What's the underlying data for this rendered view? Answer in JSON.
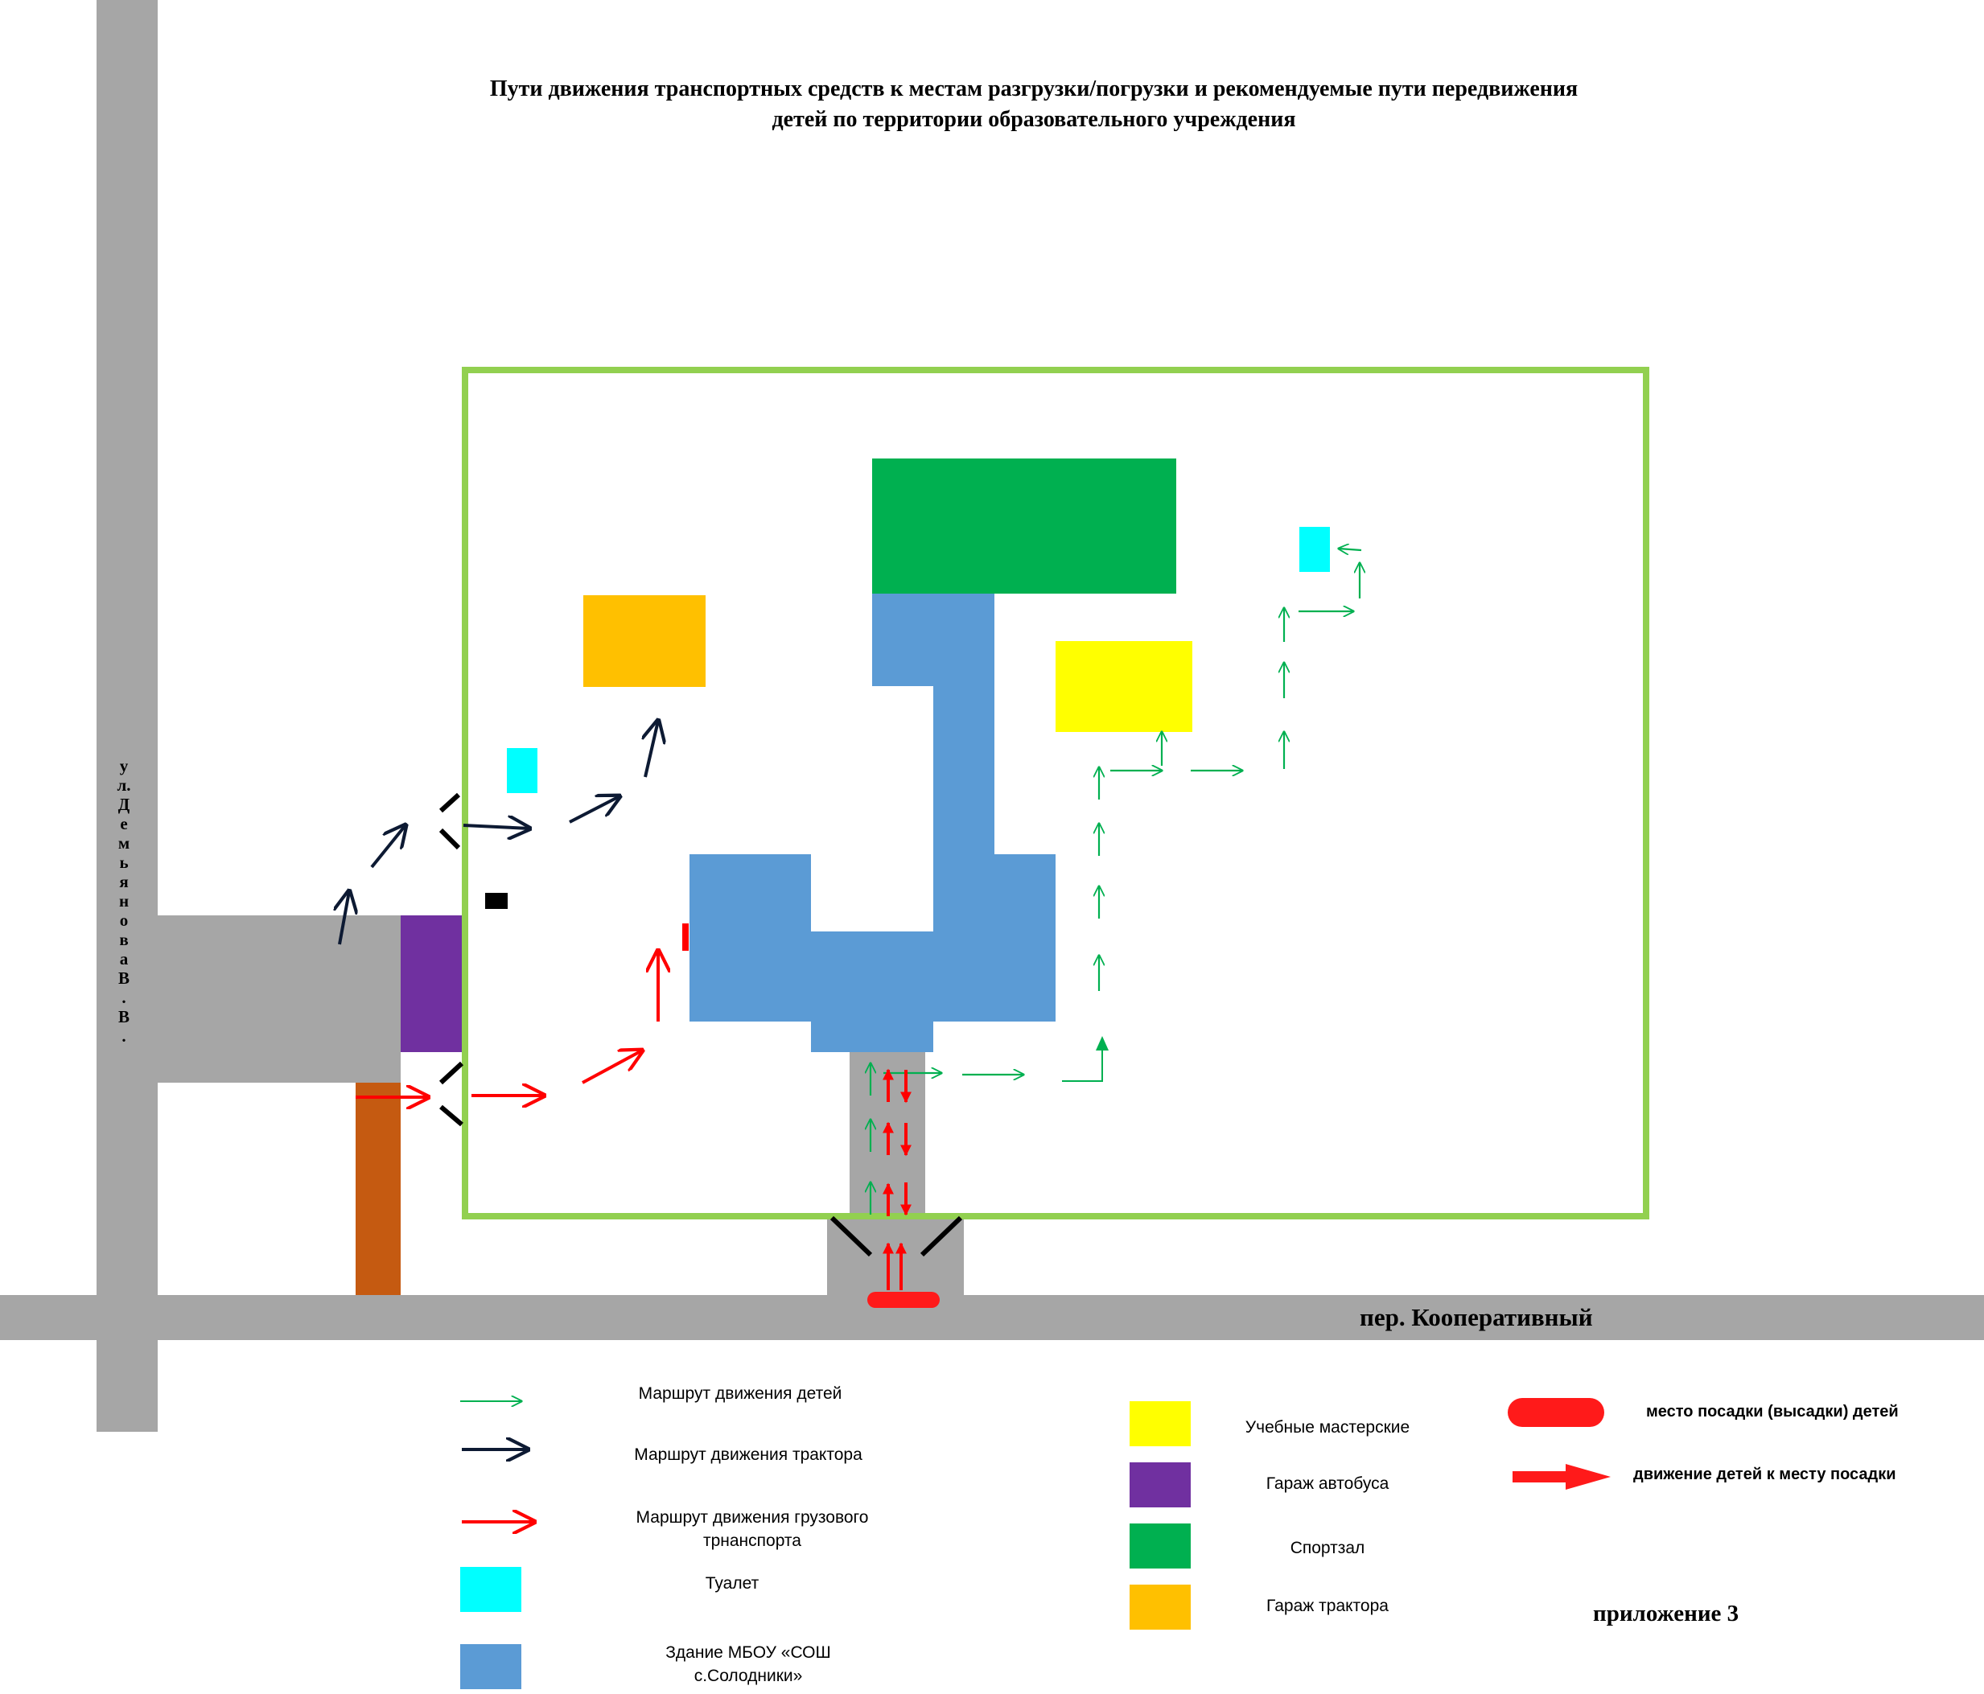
{
  "title_line1": "Пути движения транспортных средств к местам разгрузки/погрузки и рекомендуемые пути передвижения",
  "title_line2": "детей по территории образовательного учреждения",
  "street_vertical": [
    "у",
    "л.",
    "Д",
    "е",
    "м",
    "ь",
    "я",
    "н",
    "о",
    "в",
    "а",
    "В",
    ".",
    "В",
    "."
  ],
  "street_horizontal": "пер. Кооперативный",
  "legend": {
    "children_route": "Маршрут движения детей",
    "tractor_route": "Маршрут движения трактора",
    "cargo_route": "Маршрут движения грузового трнанспорта",
    "toilet": "Туалет",
    "school_building": "Здание МБОУ «СОШ с.Солодники»",
    "workshops": "Учебные мастерские",
    "bus_garage": "Гараж автобуса",
    "gym": "Спортзал",
    "tractor_garage": "Гараж трактора",
    "boarding_place": "место посадки (высадки) детей",
    "children_to_boarding": "движение детей к месту посадки"
  },
  "appendix": "приложение 3",
  "colors": {
    "road": "#a6a6a6",
    "fence": "#92d050",
    "gym": "#00b050",
    "school": "#5b9bd5",
    "workshops": "#ffff00",
    "tractor_garage": "#ffc000",
    "bus_garage": "#7030a0",
    "toilet": "#00ffff",
    "children_arrow": "#00b050",
    "tractor_arrow": "#0d1a33",
    "cargo_arrow": "#ff0000",
    "brown_strip": "#c55a11"
  }
}
